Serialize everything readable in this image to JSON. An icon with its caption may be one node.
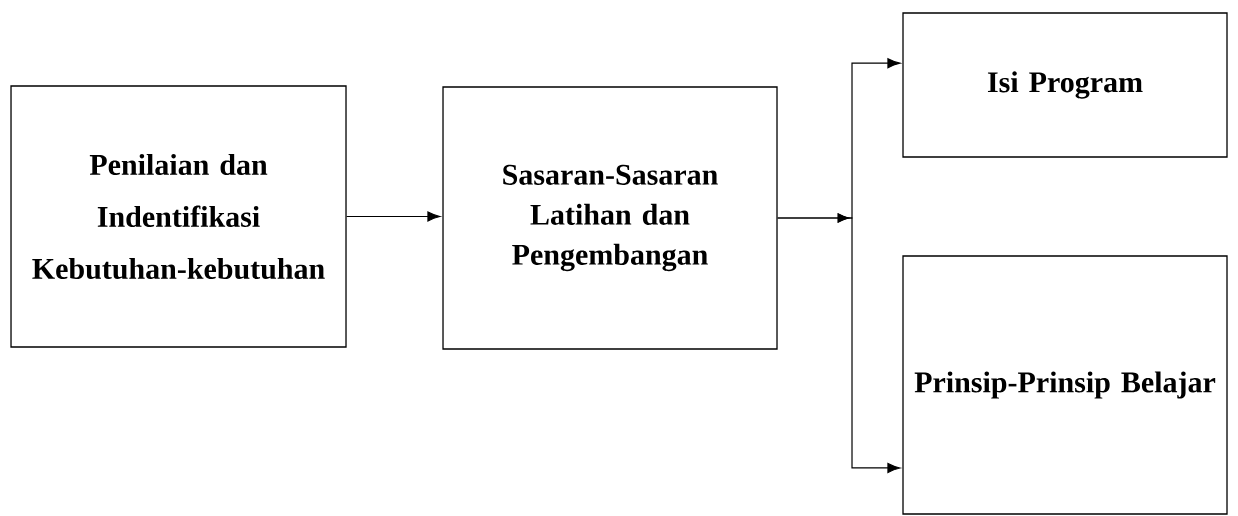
{
  "diagram": {
    "nodes": [
      {
        "text": [
          "Penilaian dan Indentifikasi Kebutuhan-kebutuhan"
        ]
      },
      {
        "text": [
          "Sasaran-Sasaran Latihan dan Pengembangan"
        ]
      },
      {
        "text": [
          "Isi Program"
        ]
      },
      {
        "text": [
          "Prinsip-Prinsip Belajar"
        ]
      }
    ],
    "edges": [
      {
        "from": 0,
        "to": 1,
        "arrow": "to"
      },
      {
        "from": 1,
        "to": 2,
        "arrow": "to"
      },
      {
        "from": 1,
        "to": 3,
        "arrow": "to"
      }
    ]
  }
}
